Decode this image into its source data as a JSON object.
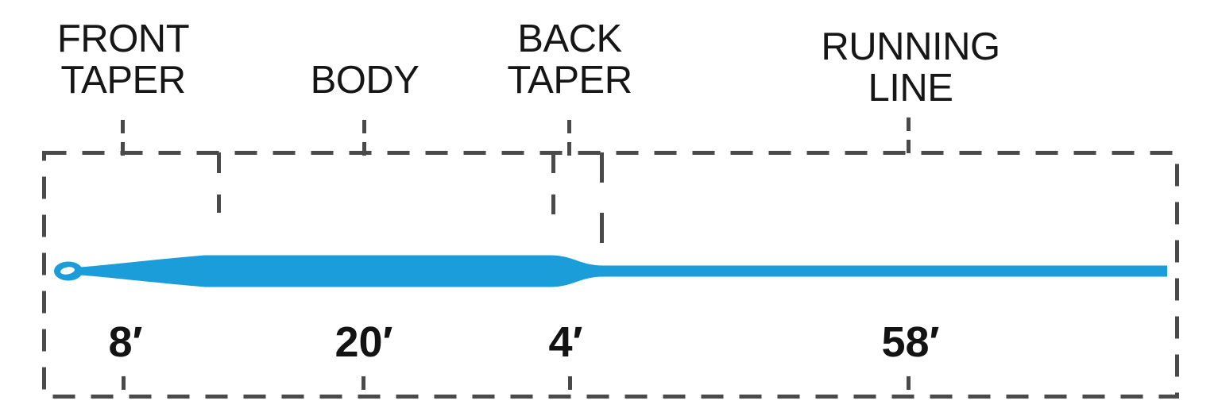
{
  "diagram": {
    "sections": [
      {
        "name": "front-taper",
        "label": "FRONT\nTAPER",
        "length_ft": 8,
        "length_label": "8′"
      },
      {
        "name": "body",
        "label": "BODY",
        "length_ft": 20,
        "length_label": "20′"
      },
      {
        "name": "back-taper",
        "label": "BACK\nTAPER",
        "length_ft": 4,
        "length_label": "4′"
      },
      {
        "name": "running-line",
        "label": "RUNNING\nLINE",
        "length_ft": 58,
        "length_label": "58′"
      }
    ],
    "colors": {
      "line_blue": "#1B9DD9",
      "dash_gray": "#4A4A4A",
      "text_black": "#161616"
    }
  }
}
